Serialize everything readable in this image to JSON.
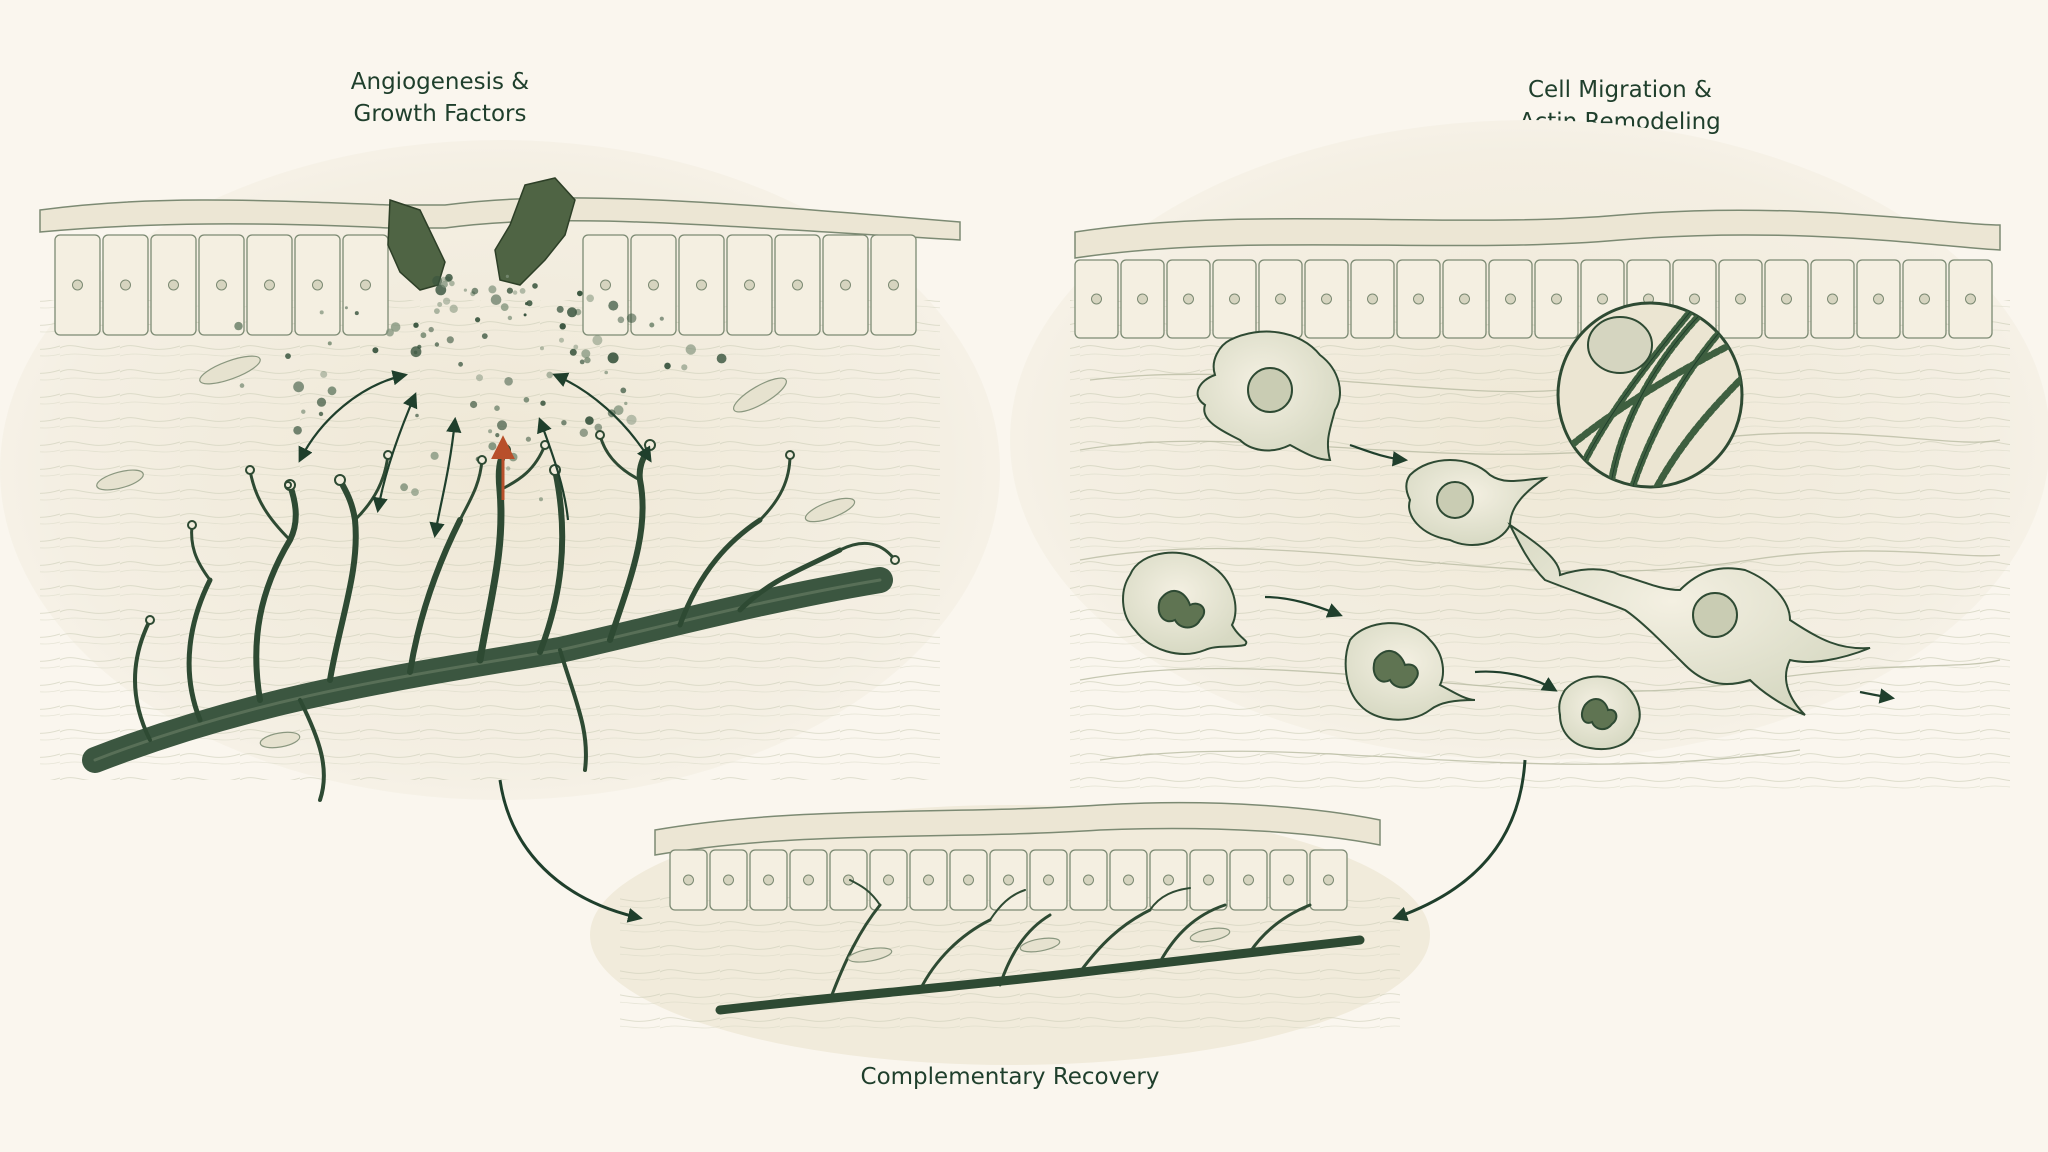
{
  "panels": {
    "angiogenesis": {
      "title_lines": [
        "Angiogenesis &",
        "Growth Factors"
      ]
    },
    "migration": {
      "title_lines": [
        "Cell Migration &",
        "Actin Remodeling"
      ]
    },
    "recovery": {
      "title": "Complementary Recovery"
    }
  },
  "colors": {
    "background": "#faf6ee",
    "ink": "#1f3f2c",
    "line": "#5c6f55",
    "tissue": "#f3eddd",
    "accent_arrow": "#b8502b"
  }
}
